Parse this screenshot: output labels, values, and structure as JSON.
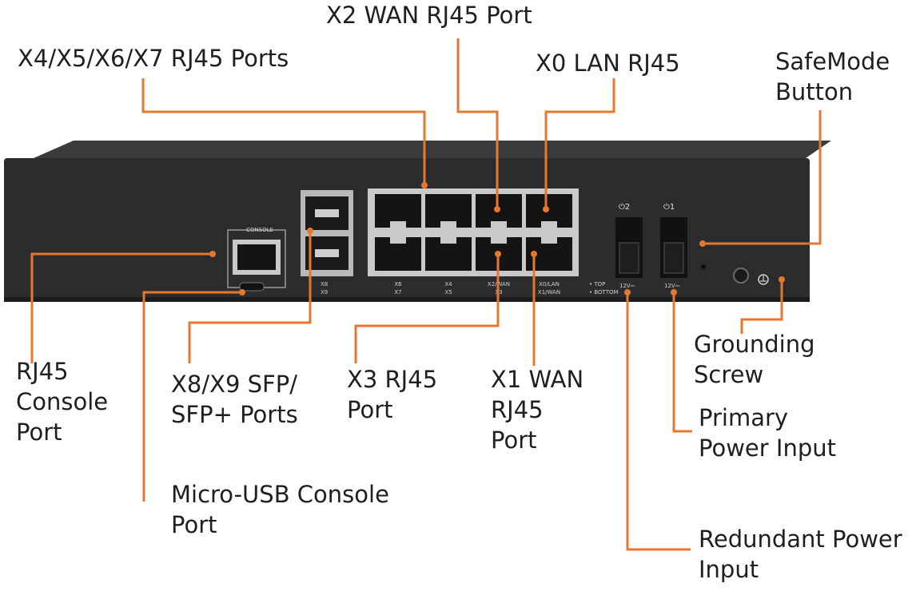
{
  "colors": {
    "callout_line": "#e8772e",
    "device_body": "#2b2c2e",
    "device_top": "#3a3b3d",
    "port_frame": "#c9c9c9",
    "text": "#1f1f1f"
  },
  "callouts": {
    "x4_x7": {
      "lines": [
        "X4/X5/X6/X7 RJ45 Ports"
      ]
    },
    "x2_wan": {
      "lines": [
        "X2 WAN RJ45 Port"
      ]
    },
    "x0_lan": {
      "lines": [
        "X0 LAN RJ45"
      ]
    },
    "safemode": {
      "lines": [
        "SafeMode",
        "Button"
      ]
    },
    "rj45_console": {
      "lines": [
        "RJ45",
        "Console",
        "Port"
      ]
    },
    "x8_x9": {
      "lines": [
        "X8/X9 SFP/",
        "SFP+ Ports"
      ]
    },
    "x3": {
      "lines": [
        "X3 RJ45",
        "Port"
      ]
    },
    "x1_wan": {
      "lines": [
        "X1 WAN",
        "RJ45",
        "Port"
      ]
    },
    "grounding": {
      "lines": [
        "Grounding",
        "Screw"
      ]
    },
    "primary_power": {
      "lines": [
        "Primary",
        "Power Input"
      ]
    },
    "micro_usb": {
      "lines": [
        "Micro-USB Console",
        "Port"
      ]
    },
    "redundant_power": {
      "lines": [
        "Redundant Power",
        "Input"
      ]
    }
  },
  "device": {
    "console_label": "CONSOLE",
    "sfp_label_top": "X8",
    "sfp_label_bottom": "X9",
    "port_labels": [
      {
        "top": "X6",
        "bottom": "X7"
      },
      {
        "top": "X4",
        "bottom": "X5"
      },
      {
        "top": "X2/WAN",
        "bottom": "X3"
      },
      {
        "top": "X0/LAN",
        "bottom": "X1/WAN"
      }
    ],
    "orientation_top": "• TOP",
    "orientation_bottom": "• BOTTOM",
    "power_left_icon": "⏻2",
    "power_right_icon": "⏻1",
    "power_left_rating": "12V⎓",
    "power_right_rating": "12V⎓",
    "ground_symbol": "ground-symbol-icon"
  }
}
